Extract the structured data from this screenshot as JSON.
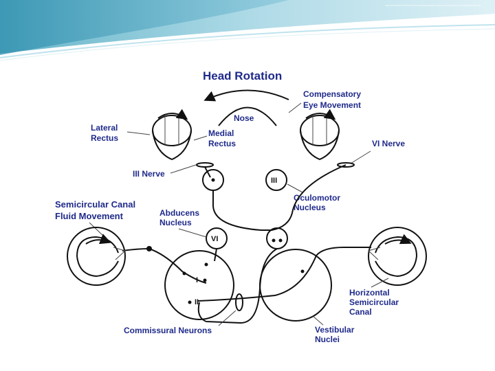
{
  "colors": {
    "label": "#1f2a8a",
    "line": "#111111",
    "banner_light": "#d8eef4",
    "banner_dark": "#4aa8c0"
  },
  "diagram": {
    "title": "Head Rotation",
    "labels": {
      "nose": "Nose",
      "compensatory_line1": "Compensatory",
      "compensatory_line2": "Eye Movement",
      "lateral_rectus_line1": "Lateral",
      "lateral_rectus_line2": "Rectus",
      "medial_rectus_line1": "Medial",
      "medial_rectus_line2": "Rectus",
      "vi_nerve": "VI Nerve",
      "iii_nerve": "III Nerve",
      "oculomotor_line1": "Oculomotor",
      "oculomotor_line2": "Nucleus",
      "semicircular_fluid_line1": "Semicircular Canal",
      "semicircular_fluid_line2": "Fluid Movement",
      "abducens_line1": "Abducens",
      "abducens_line2": "Nucleus",
      "horizontal_canal_line1": "Horizontal",
      "horizontal_canal_line2": "Semicircular",
      "horizontal_canal_line3": "Canal",
      "commissural": "Commissural Neurons",
      "vestibular_line1": "Vestibular",
      "vestibular_line2": "Nuclei"
    },
    "numerals": {
      "iii_circle": "III",
      "vi_circle": "VI",
      "i_left": "I",
      "ii_left": "II"
    }
  }
}
